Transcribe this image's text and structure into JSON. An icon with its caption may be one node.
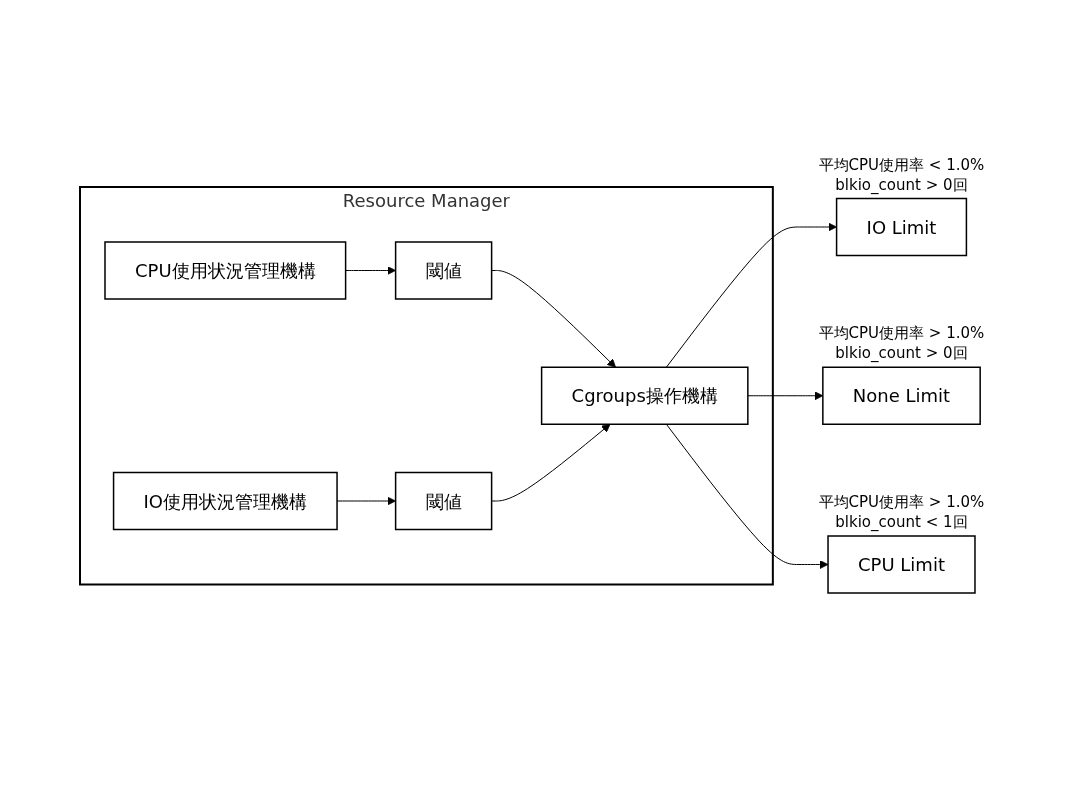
{
  "diagram": {
    "nodes": [
      {
        "text": [
          "Resource Manager"
        ]
      },
      {
        "text": [
          "CPU使用状況管理機構"
        ],
        "in": 0
      },
      {
        "text": [
          "閾値"
        ],
        "in": 0
      },
      {
        "text": [
          "Cgroups操作機構"
        ],
        "in": 0
      },
      {
        "text": [
          "IO使用状況管理機構"
        ],
        "in": 0
      },
      {
        "text": [
          "閾値"
        ],
        "in": 0
      },
      {
        "text": [
          "IO Limit"
        ],
        "beside": [
          "平均CPU使用率 < 1.0%",
          "blkio_count > 0回"
        ]
      },
      {
        "text": [
          "None Limit"
        ],
        "beside": [
          "平均CPU使用率 > 1.0%",
          "blkio_count > 0回"
        ]
      },
      {
        "text": [
          "CPU Limit"
        ],
        "beside": [
          "平均CPU使用率 > 1.0%",
          "blkio_count < 1回"
        ]
      }
    ],
    "edges": [
      {
        "from": 1,
        "to": 2,
        "arrow": "to"
      },
      {
        "from": 2,
        "to": 3,
        "arrow": "to"
      },
      {
        "from": 4,
        "to": 5,
        "arrow": "to"
      },
      {
        "from": 5,
        "to": 3,
        "arrow": "to"
      },
      {
        "from": 3,
        "to": 6,
        "arrow": "to"
      },
      {
        "from": 3,
        "to": 7,
        "arrow": "to"
      },
      {
        "from": 3,
        "to": 8,
        "arrow": "to"
      }
    ]
  }
}
